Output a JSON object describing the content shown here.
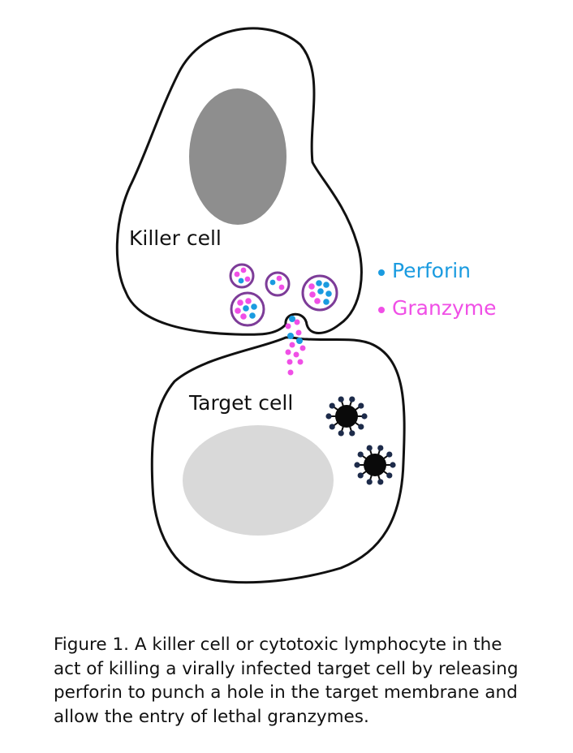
{
  "labels": {
    "killer_cell": "Killer cell",
    "target_cell": "Target cell"
  },
  "legend": [
    {
      "label": "Perforin",
      "color": "#1a9be0"
    },
    {
      "label": "Granzyme",
      "color": "#f04fe6"
    }
  ],
  "caption_lines": [
    "Figure 1. A killer cell or cytotoxic lymphocyte in the",
    "act of killing a virally infected target cell by releasing",
    "perforin to punch a hole in the target membrane and",
    "allow the entry of lethal granzymes."
  ],
  "colors": {
    "outline": "#111111",
    "killer_nucleus": "#8e8e8e",
    "target_nucleus": "#d9d9d9",
    "granule_outline": "#7d3c98",
    "perforin": "#1a9be0",
    "granzyme": "#f04fe6",
    "virus": "#0a0a0a"
  }
}
